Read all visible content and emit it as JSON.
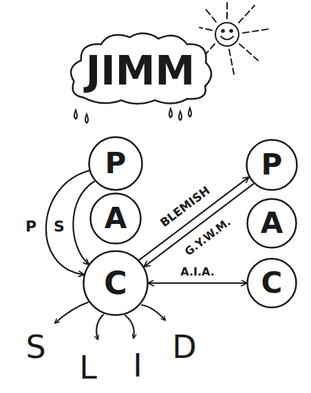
{
  "diagram": {
    "nodes": [
      {
        "text": [
          "JIMM"
        ]
      },
      {
        "text": [
          "P"
        ]
      },
      {
        "text": [
          "A"
        ]
      },
      {
        "text": [
          "C"
        ]
      },
      {
        "text": [
          "P"
        ]
      },
      {
        "text": [
          "A"
        ]
      },
      {
        "text": [
          "C"
        ]
      }
    ],
    "edges": [
      {
        "from": 1,
        "to": 3,
        "arrow": "to",
        "label": "P"
      },
      {
        "from": 1,
        "to": 3,
        "arrow": "to",
        "label": "S"
      },
      {
        "from": 3,
        "to": 4,
        "arrow": "to",
        "label": "BLEMISH"
      },
      {
        "from": 4,
        "to": 3,
        "arrow": "to",
        "label": "G.Y.W.M."
      },
      {
        "from": 3,
        "to": 6,
        "arrow": "both",
        "label": "A.I.A."
      }
    ],
    "labels": [
      "S",
      "L",
      "I",
      "D"
    ]
  }
}
